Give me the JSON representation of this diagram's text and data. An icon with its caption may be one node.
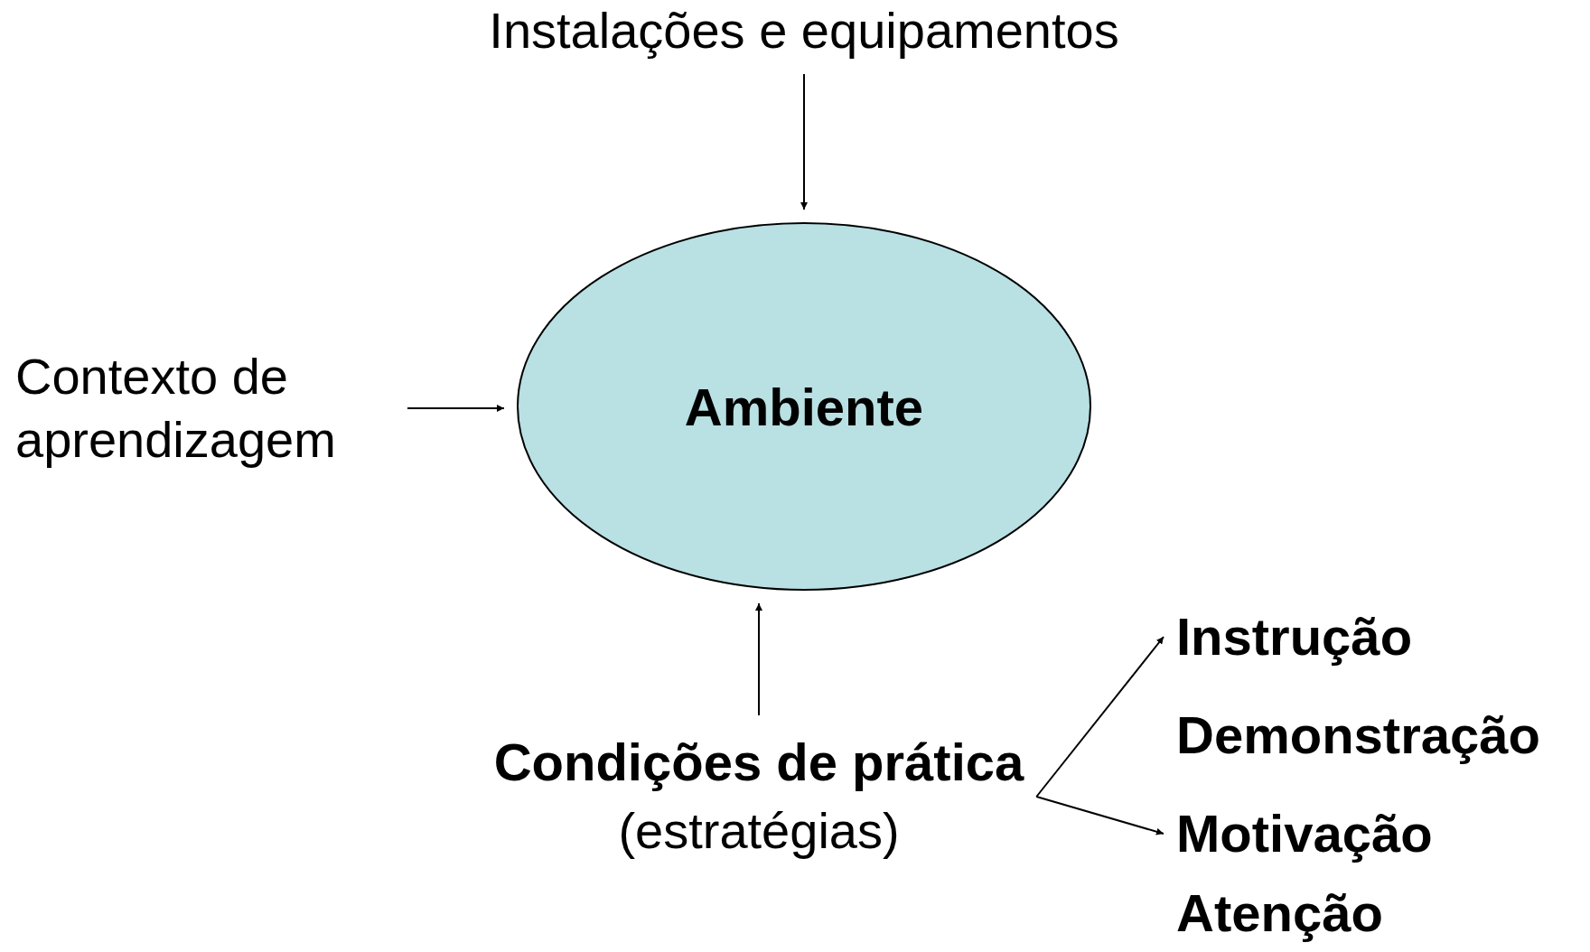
{
  "diagram": {
    "nodes": [
      {
        "text": [
          "Instalações e equipamentos"
        ]
      },
      {
        "text": [
          "Contexto de aprendizagem"
        ]
      },
      {
        "text": [
          "Ambiente"
        ]
      },
      {
        "text": [
          "Condições de prática",
          "(estratégias)"
        ]
      },
      {
        "text": [
          "Instrução"
        ]
      },
      {
        "text": [
          "Motivação"
        ]
      }
    ],
    "edges": [
      {
        "from": 0,
        "to": 2,
        "arrow": "to"
      },
      {
        "from": 1,
        "to": 2,
        "arrow": "to"
      },
      {
        "from": 3,
        "to": 2,
        "arrow": "to"
      },
      {
        "from": 3,
        "to": 4,
        "arrow": "to"
      },
      {
        "from": 3,
        "to": 5,
        "arrow": "to"
      }
    ],
    "labels": [
      "Demonstração",
      "Atenção"
    ]
  }
}
